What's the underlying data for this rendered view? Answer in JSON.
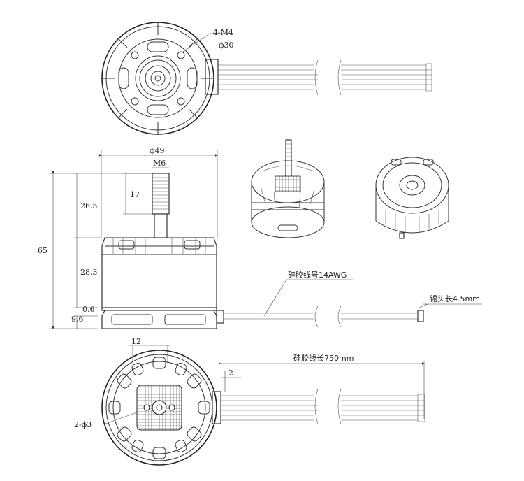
{
  "labels": {
    "top_holes": "4-M4",
    "top_pcd": "ϕ30",
    "diameter": "ϕ49",
    "shaft_thread": "M6",
    "shaft_len": "17",
    "dim_upper": "26.5",
    "dim_total": "65",
    "dim_middle": "28.3",
    "dim_gap": "0.6",
    "dim_base": "9.6",
    "wire_gauge": "硅胶线号14AWG",
    "tin_len": "锡头长4.5mm",
    "bottom_width": "12",
    "bottom_offset": "2",
    "bottom_holes": "2-ϕ3",
    "wire_len": "硅胶线长750mm"
  }
}
